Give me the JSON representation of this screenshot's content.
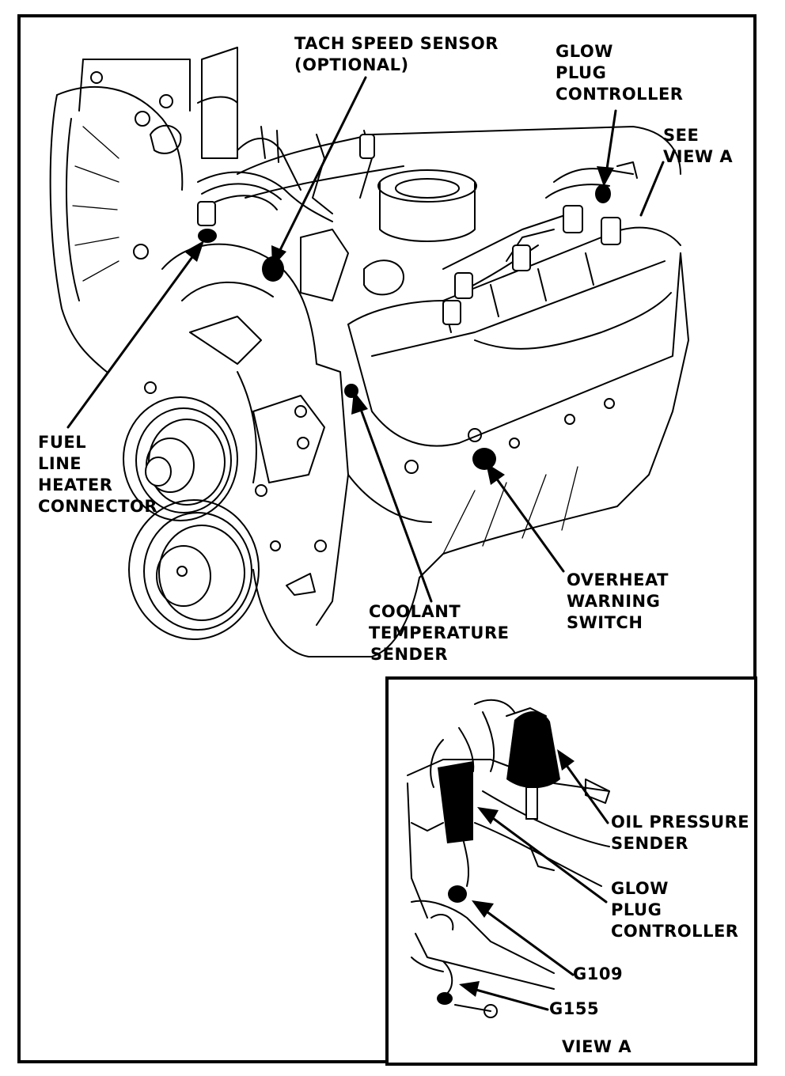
{
  "main_view": {
    "labels": {
      "tach_speed_sensor": [
        "TACH SPEED SENSOR",
        "(OPTIONAL)"
      ],
      "glow_plug_controller": [
        "GLOW",
        "PLUG",
        "CONTROLLER"
      ],
      "see_view_a": [
        "SEE",
        "VIEW A"
      ],
      "fuel_line_heater_connector": [
        "FUEL",
        "LINE",
        "HEATER",
        "CONNECTOR"
      ],
      "coolant_temperature_sender": [
        "COOLANT",
        "TEMPERATURE",
        "SENDER"
      ],
      "overheat_warning_switch": [
        "OVERHEAT",
        "WARNING",
        "SWITCH"
      ]
    }
  },
  "view_a": {
    "title": "VIEW A",
    "labels": {
      "oil_pressure_sender": [
        "OIL PRESSURE",
        "SENDER"
      ],
      "glow_plug_controller": [
        "GLOW",
        "PLUG",
        "CONTROLLER"
      ],
      "g109": "G109",
      "g155": "G155"
    }
  }
}
